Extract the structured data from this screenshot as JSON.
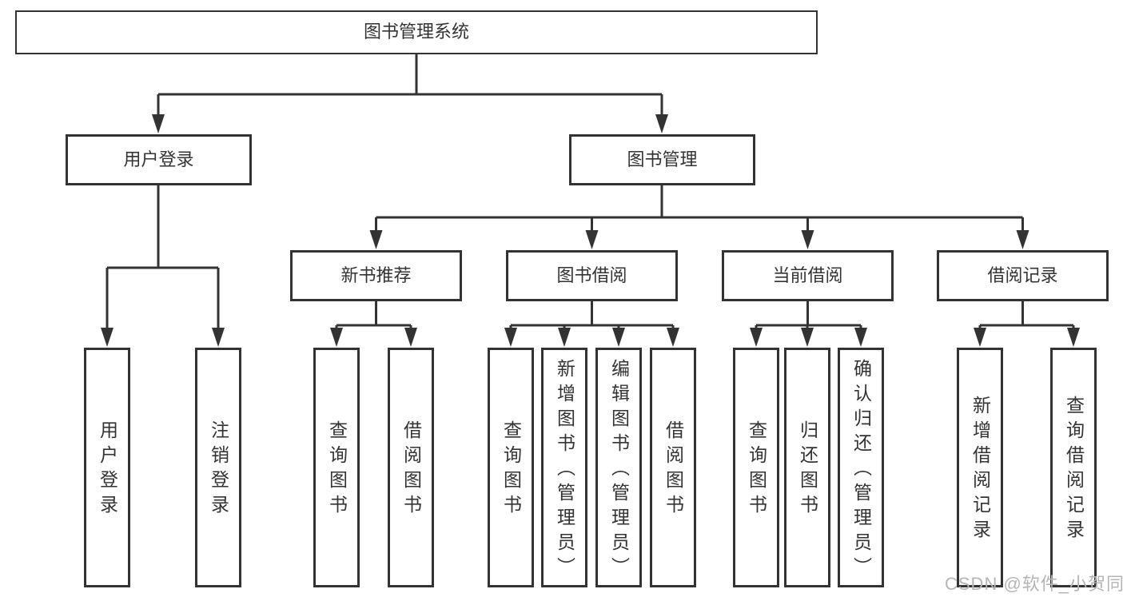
{
  "title": "图书管理系统",
  "watermark": {
    "text": "CSDN @软件_小贺同学"
  },
  "colors": {
    "line": "#333333",
    "text": "#333333",
    "background": "#ffffff",
    "watermark": "#b5b5b5"
  },
  "tree": {
    "root": {
      "label": "图书管理系统"
    },
    "branches": [
      {
        "label": "用户登录",
        "children": [
          {
            "label": "用户登录"
          },
          {
            "label": "注销登录"
          }
        ]
      },
      {
        "label": "图书管理",
        "children": [
          {
            "label": "新书推荐",
            "children": [
              {
                "label": "查询图书"
              },
              {
                "label": "借阅图书"
              }
            ]
          },
          {
            "label": "图书借阅",
            "children": [
              {
                "label": "查询图书"
              },
              {
                "label": "新增图书（管理员）"
              },
              {
                "label": "编辑图书（管理员）"
              },
              {
                "label": "借阅图书"
              }
            ]
          },
          {
            "label": "当前借阅",
            "children": [
              {
                "label": "查询图书"
              },
              {
                "label": "归还图书"
              },
              {
                "label": "确认归还（管理员）"
              }
            ]
          },
          {
            "label": "借阅记录",
            "children": [
              {
                "label": "新增借阅记录"
              },
              {
                "label": "查询借阅记录"
              }
            ]
          }
        ]
      }
    ]
  }
}
